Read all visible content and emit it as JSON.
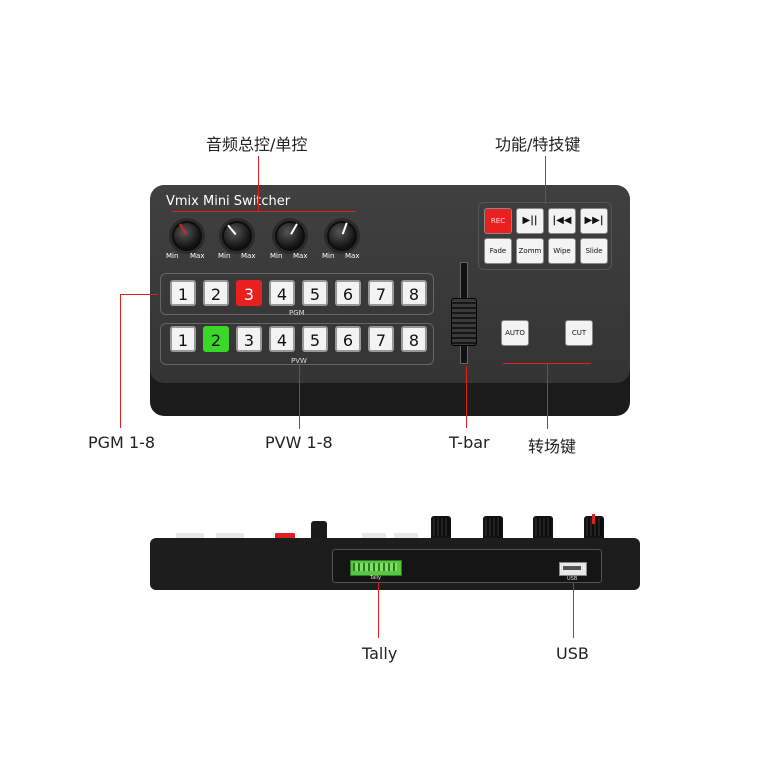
{
  "labels": {
    "audio_control": "音频总控/单控",
    "function_keys": "功能/特技键",
    "pgm": "PGM 1-8",
    "pvw": "PVW 1-8",
    "tbar": "T-bar",
    "transition_keys": "转场键",
    "tally": "Tally",
    "usb": "USB"
  },
  "device": {
    "title": "Vmix Mini Switcher",
    "knob_min": "Min",
    "knob_max": "Max",
    "pgm_row": {
      "label": "PGM",
      "keys": [
        "1",
        "2",
        "3",
        "4",
        "5",
        "6",
        "7",
        "8"
      ],
      "active_index": 2,
      "active_color": "#e82020"
    },
    "pvw_row": {
      "label": "PVW",
      "keys": [
        "1",
        "2",
        "3",
        "4",
        "5",
        "6",
        "7",
        "8"
      ],
      "active_index": 1,
      "active_color": "#3ad62a"
    },
    "function_keys_top": [
      "REC",
      "▶||",
      "|◀◀",
      "▶▶|"
    ],
    "function_keys_bottom": [
      "Fade",
      "Zomm",
      "Wipe",
      "Slide"
    ],
    "transition_keys": [
      "AUTO",
      "CUT"
    ],
    "side_tally_label": "Tally",
    "side_usb_label": "USB"
  },
  "colors": {
    "accent": "#e02020",
    "body": "#3a3a3a"
  }
}
